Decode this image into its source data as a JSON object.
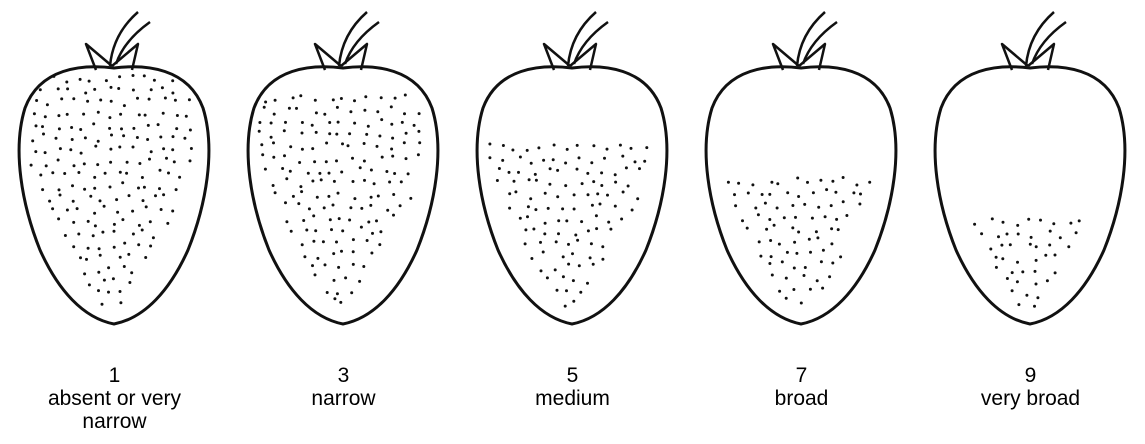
{
  "items": [
    {
      "score": "1",
      "label": "absent or very narrow",
      "fraction_without_achenes": 0.0
    },
    {
      "score": "3",
      "label": "narrow",
      "fraction_without_achenes": 0.08
    },
    {
      "score": "5",
      "label": "medium",
      "fraction_without_achenes": 0.27
    },
    {
      "score": "7",
      "label": "broad",
      "fraction_without_achenes": 0.4
    },
    {
      "score": "9",
      "label": "very broad",
      "fraction_without_achenes": 0.56
    }
  ]
}
